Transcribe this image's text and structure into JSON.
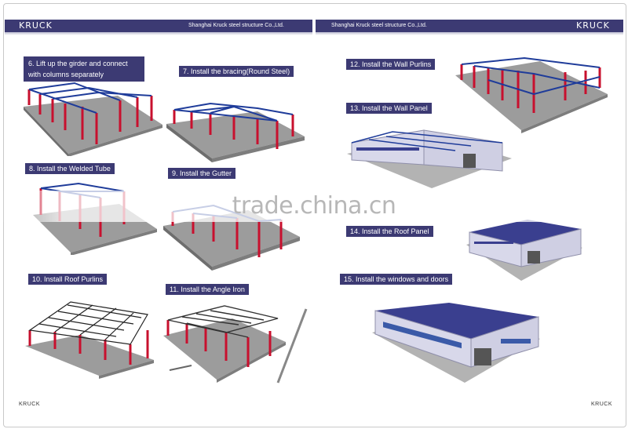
{
  "header": {
    "brand_left": "KRUCK",
    "company_left": "Shanghai Kruck steel structure Co.,Ltd.",
    "company_right": "Shanghai Kruck steel structure Co.,Ltd.",
    "brand_right": "KRUCK"
  },
  "steps": [
    {
      "id": "6",
      "label": "6. Lift up the girder and connect with columns separately"
    },
    {
      "id": "7",
      "label": "7. Install the bracing(Round Steel)"
    },
    {
      "id": "8",
      "label": "8. Install the Welded Tube"
    },
    {
      "id": "9",
      "label": "9. Install the Gutter"
    },
    {
      "id": "10",
      "label": "10. Install Roof Purlins"
    },
    {
      "id": "11",
      "label": "11. Install the Angle Iron"
    },
    {
      "id": "12",
      "label": "12. Install the Wall Purlins"
    },
    {
      "id": "13",
      "label": "13. Install the Wall Panel"
    },
    {
      "id": "14",
      "label": "14. Install the Roof Panel"
    },
    {
      "id": "15",
      "label": "15. Install the windows and doors"
    }
  ],
  "watermark": "trade.china.cn",
  "footer": {
    "left": "KRUCK",
    "right": "KRUCK"
  },
  "colors": {
    "brand_bar": "#3c3a73",
    "column_red": "#c8102e",
    "beam_blue": "#1f3c9a",
    "slab_gray": "#9a9a9a",
    "roof_blue": "#3a3f8f",
    "wall_light": "#d8d8ea"
  }
}
